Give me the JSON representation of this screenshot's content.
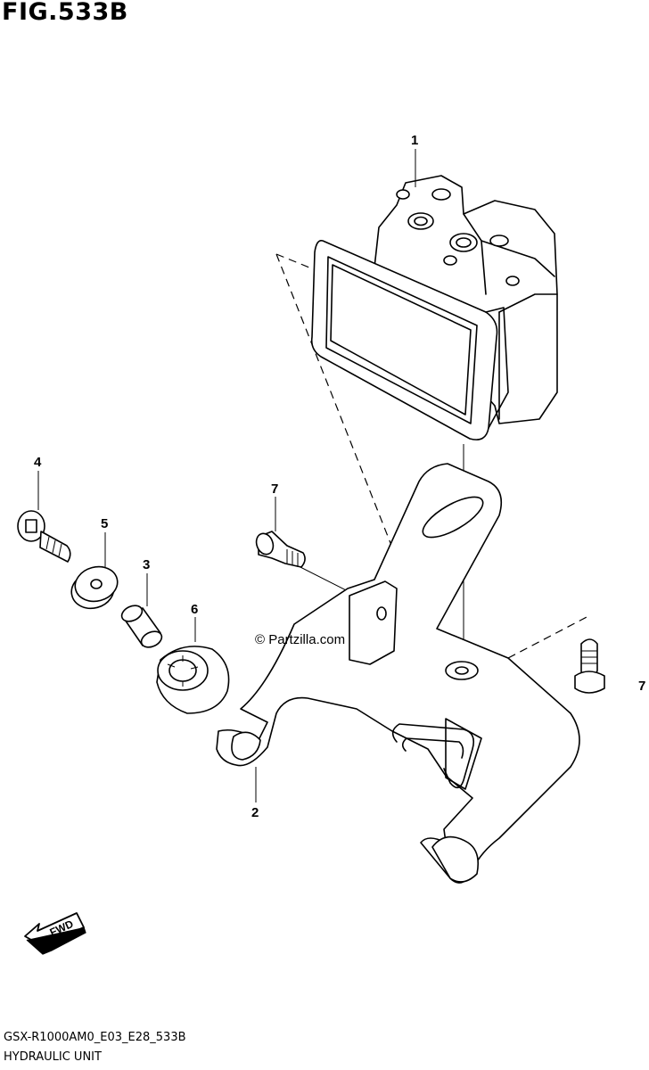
{
  "figure": {
    "title": "FIG.533B",
    "model_code": "GSX-R1000AM0_E03_E28_533B",
    "unit_name": "HYDRAULIC UNIT",
    "watermark": "© Partzilla.com",
    "direction_badge": "FWD"
  },
  "callouts": [
    {
      "id": "c1",
      "label": "1"
    },
    {
      "id": "c2",
      "label": "2"
    },
    {
      "id": "c3",
      "label": "3"
    },
    {
      "id": "c4",
      "label": "4"
    },
    {
      "id": "c5",
      "label": "5"
    },
    {
      "id": "c6",
      "label": "6"
    },
    {
      "id": "c7a",
      "label": "7"
    },
    {
      "id": "c7b",
      "label": "7"
    }
  ]
}
